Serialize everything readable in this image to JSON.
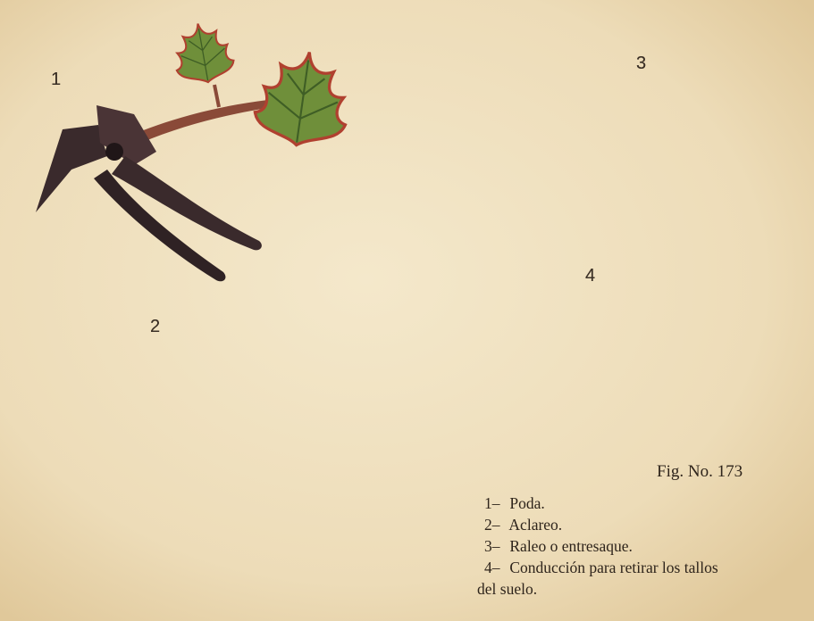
{
  "figure": {
    "labels": {
      "one": "1",
      "two": "2",
      "three": "3",
      "four": "4"
    },
    "title": "Fig. No. 173",
    "legend": [
      {
        "num": "1–",
        "text": "Poda."
      },
      {
        "num": "2–",
        "text": "Aclareo."
      },
      {
        "num": "3–",
        "text": "Raleo o entresaque."
      },
      {
        "num": "4–",
        "text": "Conducción para retirar los tallos"
      }
    ],
    "legend_continuation": "del suelo."
  },
  "colors": {
    "paper": "#efe2c2",
    "branch": "#8a4a38",
    "leaf": "#6f8f3a",
    "leaf_dark": "#3f5e25",
    "leaf_edge": "#b0402f",
    "grape": "#b7bb9a",
    "skin": "#d9926a",
    "shears": "#3a2a2c",
    "dash": "#222222"
  }
}
